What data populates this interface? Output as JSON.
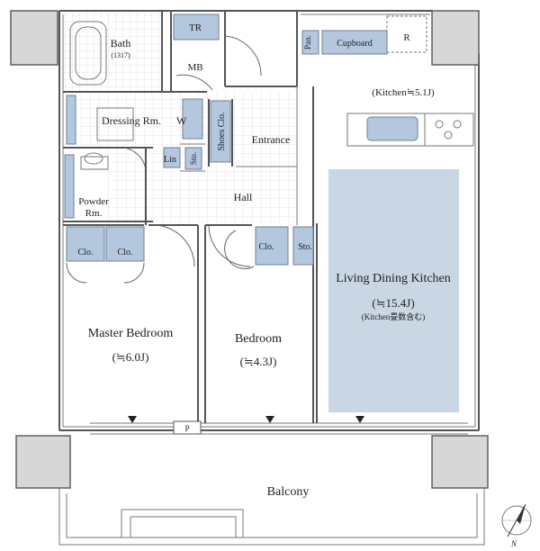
{
  "rooms": {
    "bath": {
      "label": "Bath",
      "size": "(1317)"
    },
    "tr": "TR",
    "mb": "MB",
    "dressing": "Dressing Rm.",
    "w": "W",
    "shoes": "Shoes Clo.",
    "entrance": "Entrance",
    "lin": "Lin",
    "sto_small": "Sto.",
    "powder": {
      "line1": "Powder",
      "line2": "Rm."
    },
    "hall": "Hall",
    "clo1": "Clo.",
    "clo2": "Clo.",
    "clo3": "Clo.",
    "sto2": "Sto.",
    "pan": "Pan.",
    "cupboard": "Cupboard",
    "r": "R",
    "kitchen": "(Kitchen≒5.1J)",
    "ldk": {
      "label": "Living Dining Kitchen",
      "size": "(≒15.4J)",
      "note": "(Kitchen畳数含む)"
    },
    "master": {
      "label": "Master Bedroom",
      "size": "(≒6.0J)"
    },
    "bedroom": {
      "label": "Bedroom",
      "size": "(≒4.3J)"
    },
    "p": "P",
    "balcony": "Balcony"
  },
  "compass": {
    "label": "N"
  },
  "colors": {
    "storage": "#b3c7df",
    "ldk_area": "#c9d6e3",
    "wall": "#555555"
  }
}
